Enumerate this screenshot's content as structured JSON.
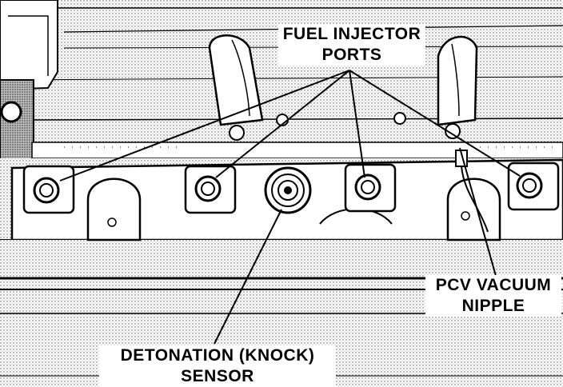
{
  "diagram": {
    "labels": {
      "fuel_injector_ports": [
        "FUEL INJECTOR",
        "PORTS"
      ],
      "pcv_vacuum_nipple": [
        "PCV VACUUM",
        "NIPPLE"
      ],
      "knock_sensor": [
        "DETONATION (KNOCK)",
        "SENSOR"
      ]
    }
  }
}
